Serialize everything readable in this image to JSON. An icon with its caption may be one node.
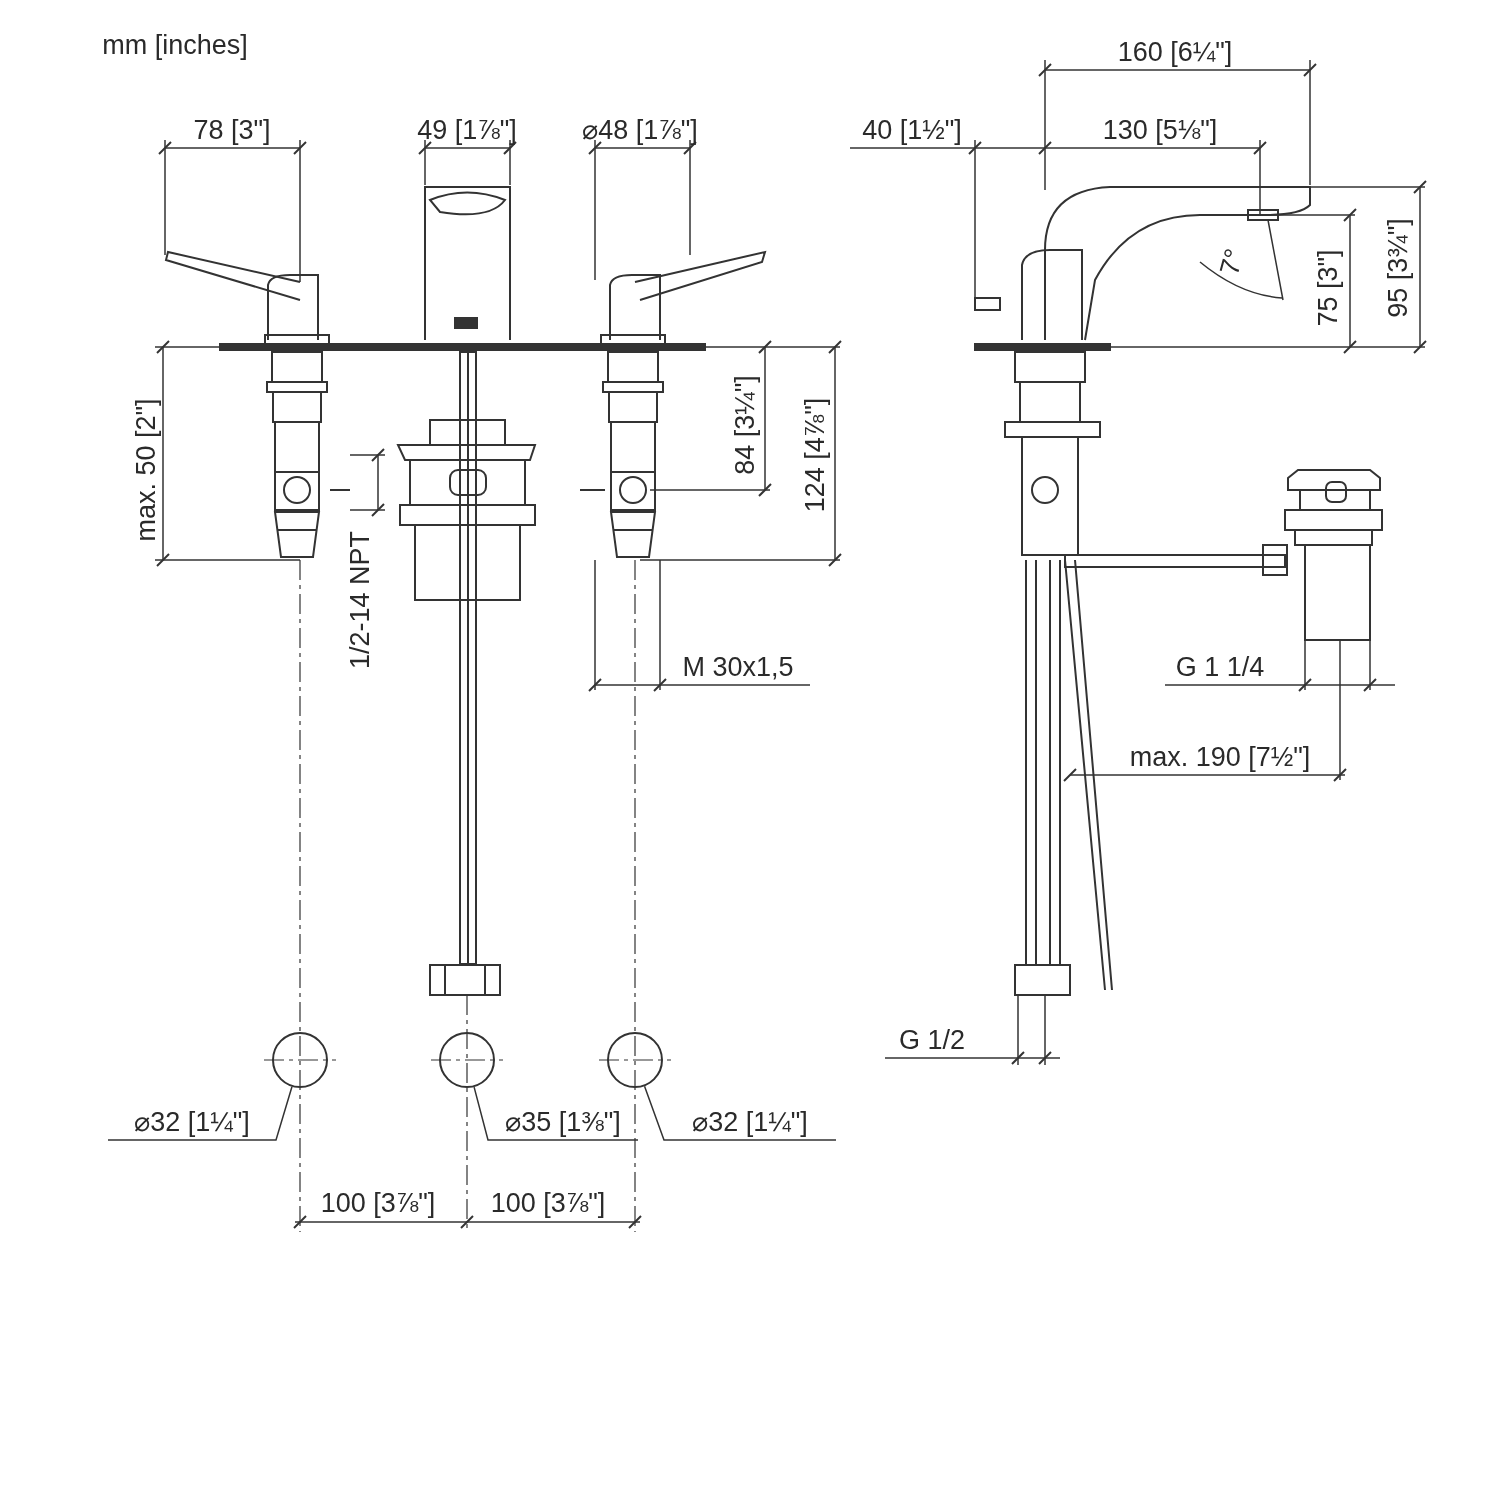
{
  "diagram": {
    "nodes": [
      {
        "text": [],
        "shape": "circle"
      },
      {
        "text": [],
        "shape": "circle"
      },
      {
        "text": [],
        "shape": "circle"
      },
      {
        "text": [
          "⌀32 [1¼\"]"
        ]
      },
      {
        "text": [
          "⌀35 [1⅜\"]"
        ]
      },
      {
        "text": [
          "⌀32 [1¼\"]"
        ]
      }
    ],
    "edges": [
      {
        "from": 3,
        "to": 0,
        "arrow": "none"
      },
      {
        "from": 4,
        "to": 1,
        "arrow": "none"
      },
      {
        "from": 5,
        "to": 2,
        "arrow": "none"
      }
    ],
    "labels": [
      "mm [inches]",
      "78 [3\"]",
      "49 [1⅞\"]",
      "⌀48 [1⅞\"]",
      "160 [6¼\"]",
      "40 [1½\"]",
      "130 [5⅛\"]",
      "7°",
      "75 [3\"]",
      "95 [3¾\"]",
      "max. 50 [2\"]",
      "84 [3¼\"]",
      "124 [4⅞\"]",
      "1/2-14 NPT",
      "M 30x1,5",
      "G 1 1/4",
      "max. 190 [7½\"]",
      "G 1/2",
      "100 [3⅞\"]",
      "100 [3⅞\"]"
    ]
  }
}
